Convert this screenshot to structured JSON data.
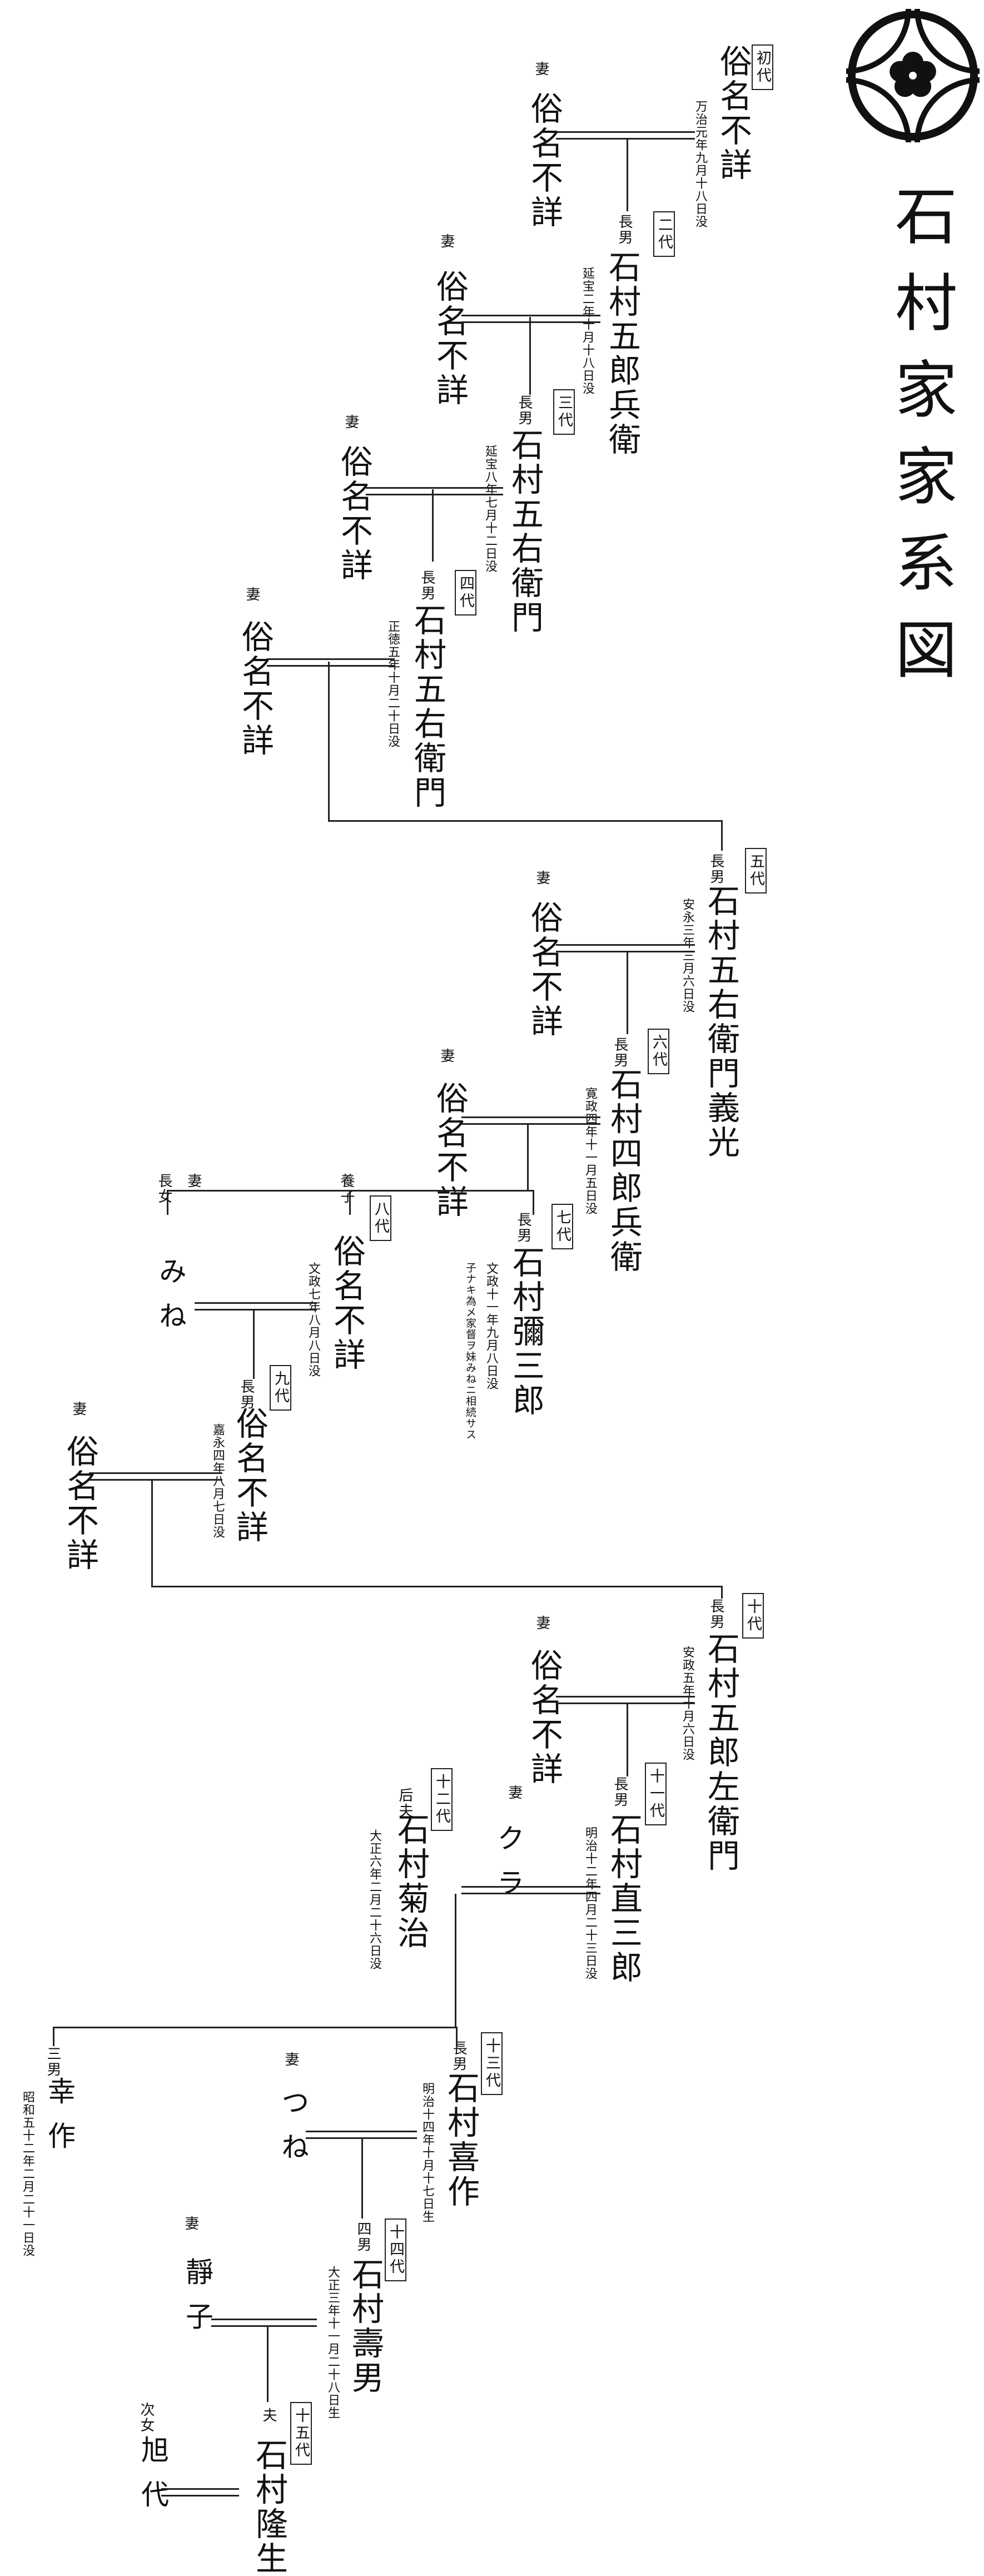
{
  "title": "石村家家系図",
  "crest": {
    "icon": "kamon-family-crest-icon",
    "color": "#111111"
  },
  "generations": [
    {
      "gen": "初代",
      "name": "俗名不詳",
      "date": "万治元年九月十八日没",
      "spouse_rel": "妻",
      "spouse_name": "俗名不詳"
    },
    {
      "gen": "二代",
      "rel": "長男",
      "name": "石村五郎兵衛",
      "date": "延宝二年十月十八日没",
      "spouse_rel": "妻",
      "spouse_name": "俗名不詳"
    },
    {
      "gen": "三代",
      "rel": "長男",
      "name": "石村五右衛門",
      "date": "延宝八年七月十二日没",
      "spouse_rel": "妻",
      "spouse_name": "俗名不詳"
    },
    {
      "gen": "四代",
      "rel": "長男",
      "name": "石村五右衛門",
      "date": "正徳五年十月二十日没",
      "spouse_rel": "妻",
      "spouse_name": "俗名不詳"
    },
    {
      "gen": "五代",
      "rel": "長男",
      "name": "石村五右衛門義光",
      "date": "安永三年三月六日没",
      "spouse_rel": "妻",
      "spouse_name": "俗名不詳"
    },
    {
      "gen": "六代",
      "rel": "長男",
      "name": "石村四郎兵衛",
      "date": "寛政四年十一月五日没",
      "spouse_rel": "妻",
      "spouse_name": "俗名不詳"
    },
    {
      "gen": "七代",
      "rel": "長男",
      "name": "石村彌三郎",
      "date": "文政十一年九月八日没",
      "note": "子ナキ為メ家督ヲ妹みねニ相続サス"
    },
    {
      "gen": "八代",
      "rel": "養子",
      "name": "俗名不詳",
      "date": "文政七年八月八日没",
      "spouse_rel": "妻",
      "spouse_name": "みね",
      "spouse_rel2": "長女"
    },
    {
      "gen": "九代",
      "rel": "長男",
      "name": "俗名不詳",
      "date": "嘉永四年八月七日没",
      "spouse_rel": "妻",
      "spouse_name": "俗名不詳"
    },
    {
      "gen": "十代",
      "rel": "長男",
      "name": "石村五郎左衛門",
      "date": "安政五年十月六日没",
      "spouse_rel": "妻",
      "spouse_name": "俗名不詳"
    },
    {
      "gen": "十一代",
      "rel": "長男",
      "name": "石村直三郎",
      "date": "明治十二年四月二十三日没",
      "spouse_rel": "妻",
      "spouse_name": "クラ"
    },
    {
      "gen": "十二代",
      "rel": "后夫",
      "name": "石村菊治",
      "date": "大正六年二月二十六日没"
    },
    {
      "gen": "十三代",
      "rel": "長男",
      "name": "石村喜作",
      "date": "明治十四年十月十七日生",
      "spouse_rel": "妻",
      "spouse_name": "つね"
    },
    {
      "gen": "十四代",
      "rel": "四男",
      "name": "石村壽男",
      "date": "大正三年十一月二十八日生",
      "spouse_rel": "妻",
      "spouse_name": "靜子"
    },
    {
      "gen": "十五代",
      "rel": "夫",
      "name": "石村隆生",
      "spouse_rel": "次女",
      "spouse_name": "旭代"
    }
  ],
  "others": [
    {
      "rel": "三男",
      "name": "幸作",
      "date": "昭和五十二年二月二十一日没"
    }
  ]
}
